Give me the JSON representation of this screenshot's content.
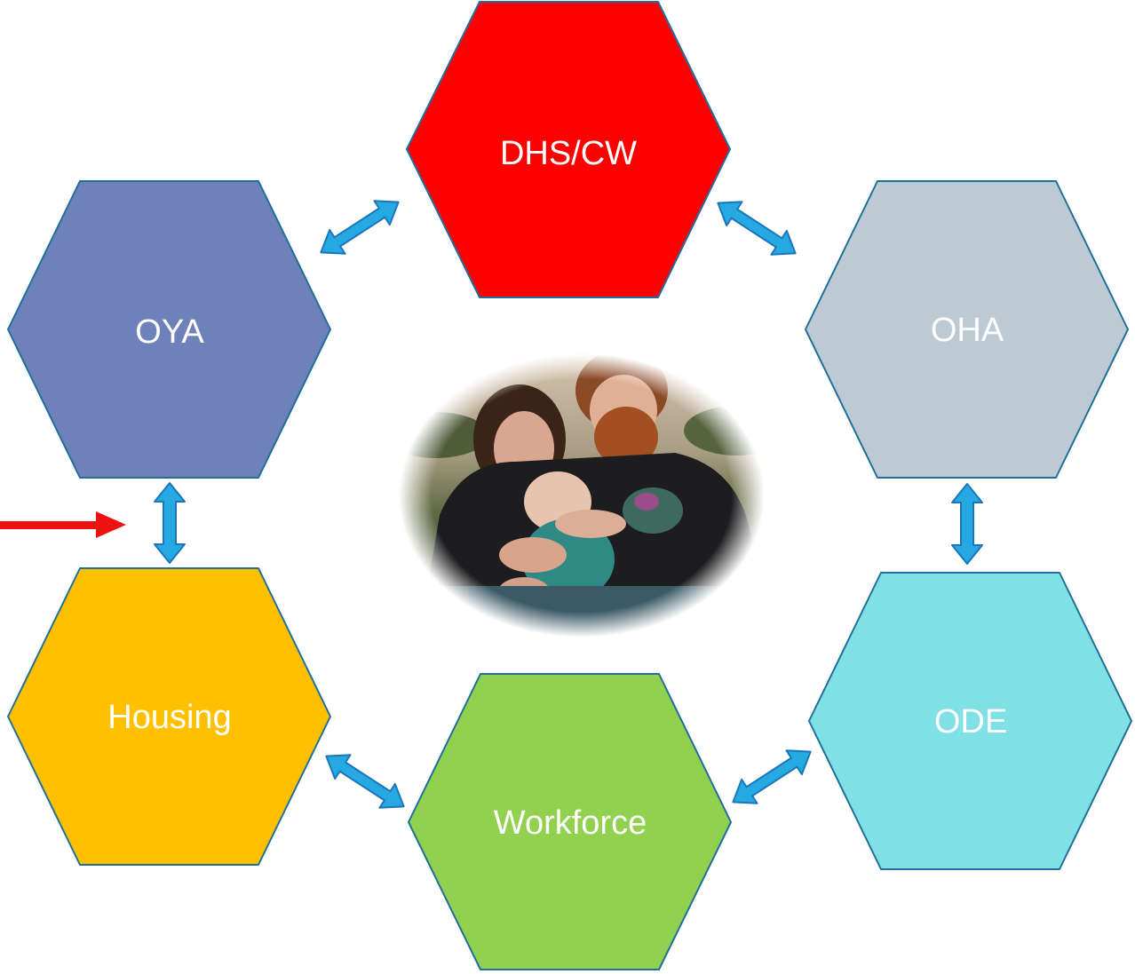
{
  "diagram": {
    "center_image": {
      "description_icon": "family-photo"
    },
    "nodes": [
      {
        "id": "dhs_cw",
        "label": "DHS/CW",
        "color": "#ff0000"
      },
      {
        "id": "oha",
        "label": "OHA",
        "color": "#bdc9d3"
      },
      {
        "id": "ode",
        "label": "ODE",
        "color": "#7fe0e6"
      },
      {
        "id": "workforce",
        "label": "Workforce",
        "color": "#92d050"
      },
      {
        "id": "housing",
        "label": "Housing",
        "color": "#ffc000"
      },
      {
        "id": "oya",
        "label": "OYA",
        "color": "#6f81b9"
      }
    ],
    "connections": [
      {
        "from": "oya",
        "to": "dhs_cw",
        "type": "bidirectional"
      },
      {
        "from": "dhs_cw",
        "to": "oha",
        "type": "bidirectional"
      },
      {
        "from": "oha",
        "to": "ode",
        "type": "bidirectional"
      },
      {
        "from": "ode",
        "to": "workforce",
        "type": "bidirectional"
      },
      {
        "from": "workforce",
        "to": "housing",
        "type": "bidirectional"
      },
      {
        "from": "housing",
        "to": "oya",
        "type": "bidirectional"
      }
    ],
    "pointer": {
      "target": "housing-oya-connection",
      "color": "#ee1111"
    },
    "link_color": "#25a9e0"
  }
}
